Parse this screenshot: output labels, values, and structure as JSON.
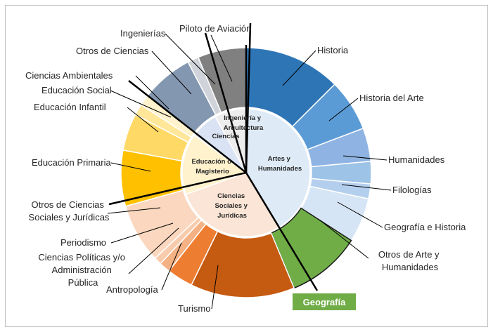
{
  "chart_data": {
    "type": "sunburst",
    "inner_ring": [
      {
        "label": "Artes y Humanidades",
        "value": 41.5,
        "color": "#deebf7"
      },
      {
        "label": "Ciencias Sociales y Jurídicas",
        "value": 28,
        "color": "#fbe5d6"
      },
      {
        "label": "Educación o Magisterio",
        "value": 15.5,
        "color": "#fff2cc"
      },
      {
        "label": "Ciencias",
        "value": 7,
        "color": "#dae3f3"
      },
      {
        "label": "Ingeniería y Arquitectura",
        "value": 8,
        "color": "#ededed"
      }
    ],
    "outer_ring": [
      {
        "label": "Historia",
        "value": 13,
        "color": "#2e75b6",
        "group": "Artes y Humanidades"
      },
      {
        "label": "Historia del Arte",
        "value": 7,
        "color": "#5b9bd5",
        "group": "Artes y Humanidades"
      },
      {
        "label": "Humanidades",
        "value": 4.5,
        "color": "#8fb4e3",
        "group": "Artes y Humanidades"
      },
      {
        "label": "Filologías",
        "value": 3,
        "color": "#9dc3e6",
        "group": "Artes y Humanidades"
      },
      {
        "label": "Geografía e Historia",
        "value": 2,
        "color": "#b4cfee",
        "group": "Artes y Humanidades"
      },
      {
        "label": "Otros de Arte y Humanidades",
        "value": 6,
        "color": "#d6e5f5",
        "group": "Artes y Humanidades"
      },
      {
        "label": "Geografía",
        "value": 10,
        "color": "#70ad47",
        "group": "Artes y Humanidades",
        "highlight": true
      },
      {
        "label": "Turismo",
        "value": 14,
        "color": "#c55a11",
        "group": "Ciencias Sociales y Jurídicas"
      },
      {
        "label": "Antropología",
        "value": 3.5,
        "color": "#ed7d31",
        "group": "Ciencias Sociales y Jurídicas"
      },
      {
        "label": "Ciencias Políticas y/o Administración Pública",
        "value": 1.5,
        "color": "#f4b183",
        "group": "Ciencias Sociales y Jurídicas"
      },
      {
        "label": "Periodismo",
        "value": 1,
        "color": "#f8cbad",
        "group": "Ciencias Sociales y Jurídicas"
      },
      {
        "label": "Otros de Ciencias Sociales y Jurídicas",
        "value": 8,
        "color": "#fad7be",
        "group": "Ciencias Sociales y Jurídicas"
      },
      {
        "label": "Educación Primaria",
        "value": 7.5,
        "color": "#ffc000",
        "group": "Educación o Magisterio"
      },
      {
        "label": "Educación Infantil",
        "value": 5,
        "color": "#ffd966",
        "group": "Educación o Magisterio"
      },
      {
        "label": "Educación Social",
        "value": 1.5,
        "color": "#ffe699",
        "group": "Educación o Magisterio"
      },
      {
        "label": "Ciencias Ambientales",
        "value": 1.5,
        "color": "#fff2cc",
        "group": "Educación o Magisterio"
      },
      {
        "label": "Otros de Ciencias",
        "value": 7,
        "color": "#8497b0",
        "group": "Ciencias"
      },
      {
        "label": "Ingenierías",
        "value": 1.5,
        "color": "#d0d4da",
        "group": "Ingeniería y Arquitectura"
      },
      {
        "label": "Piloto de Aviación",
        "value": 6.5,
        "color": "#808080",
        "group": "Ingeniería y Arquitectura"
      }
    ],
    "inner_labels": {
      "arts": [
        "Artes y",
        "Humanidades"
      ],
      "social": [
        "Ciencias",
        "Sociales y",
        "Jurídicas"
      ],
      "education": [
        "Educación o",
        "Magisterio"
      ],
      "sciences": [
        "Ciencias"
      ],
      "engineering": [
        "Ingeniería y",
        "Arquitectura"
      ]
    },
    "outer_labels": {
      "historia": [
        "Historia"
      ],
      "historia_arte": [
        "Historia del Arte"
      ],
      "humanidades": [
        "Humanidades"
      ],
      "filologias": [
        "Filologías"
      ],
      "geo_historia": [
        "Geografía e Historia"
      ],
      "otros_arte": [
        "Otros de Arte y",
        "Humanidades"
      ],
      "geografia": [
        "Geografía"
      ],
      "turismo": [
        "Turismo"
      ],
      "antropologia": [
        "Antropología"
      ],
      "politicas": [
        "Ciencias Políticas y/o",
        "Administración",
        "Pública"
      ],
      "periodismo": [
        "Periodismo"
      ],
      "otros_sociales": [
        "Otros de Ciencias",
        "Sociales y Jurídicas"
      ],
      "primaria": [
        "Educación Primaria"
      ],
      "infantil": [
        "Educación Infantil"
      ],
      "social": [
        "Educación Social"
      ],
      "ambientales": [
        "Ciencias Ambientales"
      ],
      "otros_ciencias": [
        "Otros de Ciencias"
      ],
      "ingenierias": [
        "Ingenierías"
      ],
      "piloto": [
        "Piloto de Aviación"
      ]
    },
    "highlight_color": "#70ad47",
    "title": ""
  }
}
